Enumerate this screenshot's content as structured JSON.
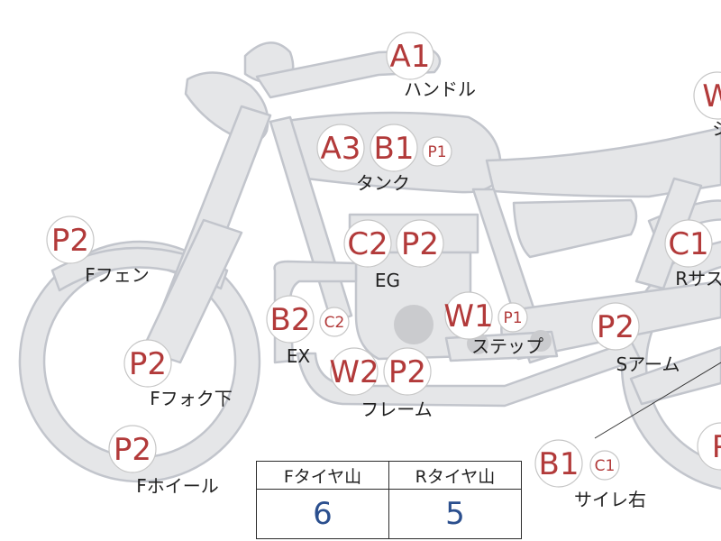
{
  "colors": {
    "bike_fill": "#e5e6e8",
    "bike_stroke": "#c2c5cc",
    "code_red": "#b23a3a",
    "label_black": "#222222",
    "value_blue": "#2b4f8e"
  },
  "parts": [
    {
      "id": "handle",
      "label": "ハンドル",
      "codes": [
        {
          "code": "A1",
          "size": "lg"
        }
      ]
    },
    {
      "id": "tank",
      "label": "タンク",
      "codes": [
        {
          "code": "A3",
          "size": "lg"
        },
        {
          "code": "B1",
          "size": "lg"
        },
        {
          "code": "P1",
          "size": "sm"
        }
      ]
    },
    {
      "id": "f-fender",
      "label": "Fフェン",
      "codes": [
        {
          "code": "P2",
          "size": "lg"
        }
      ]
    },
    {
      "id": "engine",
      "label": "EG",
      "codes": [
        {
          "code": "C2",
          "size": "lg"
        },
        {
          "code": "P2",
          "size": "lg"
        }
      ]
    },
    {
      "id": "exhaust",
      "label": "EX",
      "codes": [
        {
          "code": "B2",
          "size": "lg"
        },
        {
          "code": "C2",
          "size": "sm"
        }
      ]
    },
    {
      "id": "step",
      "label": "ステップ",
      "codes": [
        {
          "code": "W1",
          "size": "lg"
        },
        {
          "code": "P1",
          "size": "sm"
        }
      ]
    },
    {
      "id": "f-fork-lower",
      "label": "Fフォク下",
      "codes": [
        {
          "code": "P2",
          "size": "lg"
        }
      ]
    },
    {
      "id": "frame",
      "label": "フレーム",
      "codes": [
        {
          "code": "W2",
          "size": "lg"
        },
        {
          "code": "P2",
          "size": "lg"
        }
      ]
    },
    {
      "id": "s-arm",
      "label": "Sアーム",
      "codes": [
        {
          "code": "P2",
          "size": "lg"
        }
      ]
    },
    {
      "id": "f-wheel",
      "label": "Fホイール",
      "codes": [
        {
          "code": "P2",
          "size": "lg"
        }
      ]
    },
    {
      "id": "silencer-right",
      "label": "サイレ右",
      "codes": [
        {
          "code": "B1",
          "size": "lg"
        },
        {
          "code": "C1",
          "size": "sm"
        }
      ]
    },
    {
      "id": "r-sus",
      "label": "Rサス",
      "codes": [
        {
          "code": "C1",
          "size": "lg"
        }
      ]
    },
    {
      "id": "seat",
      "label": "シ",
      "codes": [
        {
          "code": "W",
          "size": "lg"
        }
      ]
    },
    {
      "id": "r-wheel",
      "label": "",
      "codes": [
        {
          "code": "P",
          "size": "lg"
        }
      ]
    }
  ],
  "tire_table": {
    "headers": [
      "Fタイヤ山",
      "Rタイヤ山"
    ],
    "values": [
      "6",
      "5"
    ]
  }
}
